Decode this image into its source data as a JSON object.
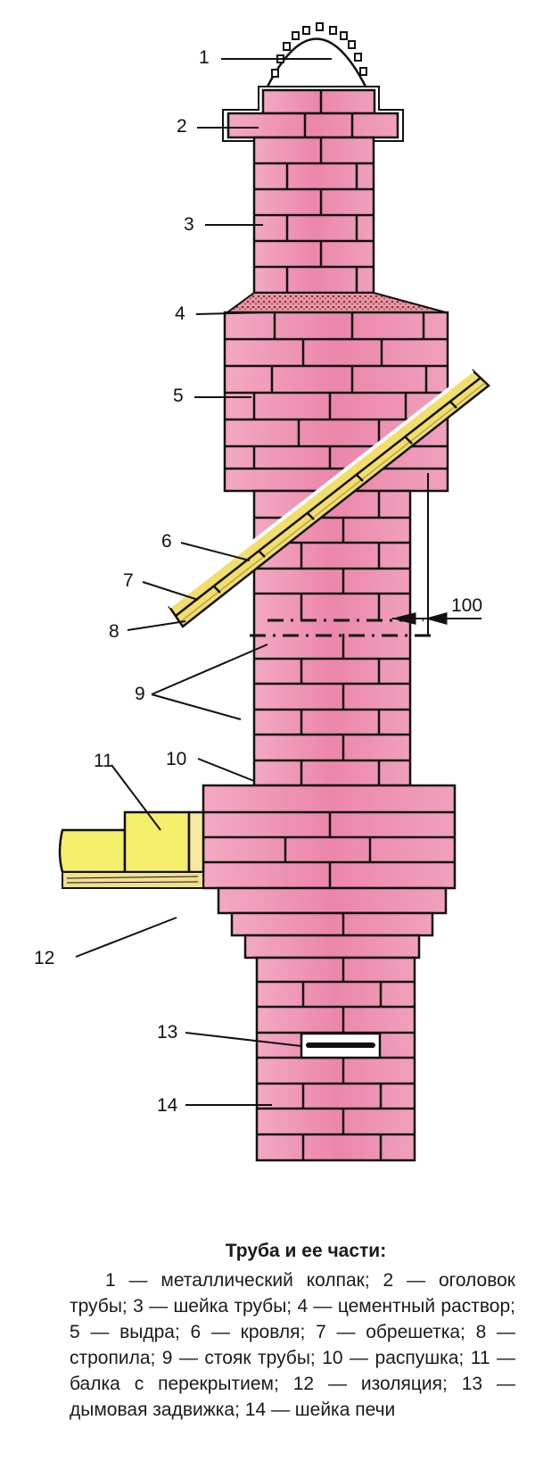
{
  "figure": {
    "colors": {
      "brick": "#ee8aae",
      "brick_light": "#f6b8cd",
      "mortar": "#1a1a1a",
      "wood": "#f2de6a",
      "insulation": "#f4ee6c",
      "cement": "#b4484e",
      "background": "#ffffff"
    },
    "labels": [
      {
        "id": "1",
        "text": "1"
      },
      {
        "id": "2",
        "text": "2"
      },
      {
        "id": "3",
        "text": "3"
      },
      {
        "id": "4",
        "text": "4"
      },
      {
        "id": "5",
        "text": "5"
      },
      {
        "id": "6",
        "text": "6"
      },
      {
        "id": "7",
        "text": "7"
      },
      {
        "id": "8",
        "text": "8"
      },
      {
        "id": "9",
        "text": "9"
      },
      {
        "id": "10",
        "text": "10"
      },
      {
        "id": "11",
        "text": "11"
      },
      {
        "id": "12",
        "text": "12"
      },
      {
        "id": "13",
        "text": "13"
      },
      {
        "id": "14",
        "text": "14"
      }
    ],
    "dimension": {
      "value": "100"
    }
  },
  "caption": {
    "title": "Труба и ее части:",
    "body": "1 — металлический колпак; 2 — оголовок трубы; 3 — шейка трубы; 4 — цементный раствор; 5 — выдра; 6 — кровля; 7 — обрешетка; 8 — стропила; 9 — стояк трубы; 10 — распушка; 11 — балка с перекрытием; 12 — изоляция; 13 — дымовая задвижка; 14 — шейка печи",
    "items": [
      {
        "num": "1",
        "text": "металлический колпак"
      },
      {
        "num": "2",
        "text": "оголовок трубы"
      },
      {
        "num": "3",
        "text": "шейка трубы"
      },
      {
        "num": "4",
        "text": "цементный раствор"
      },
      {
        "num": "5",
        "text": "выдра"
      },
      {
        "num": "6",
        "text": "кровля"
      },
      {
        "num": "7",
        "text": "обрешетка"
      },
      {
        "num": "8",
        "text": "стропила"
      },
      {
        "num": "9",
        "text": "стояк трубы"
      },
      {
        "num": "10",
        "text": "распушка"
      },
      {
        "num": "11",
        "text": "балка с перекрытием"
      },
      {
        "num": "12",
        "text": "изоляция"
      },
      {
        "num": "13",
        "text": "дымовая задвижка"
      },
      {
        "num": "14",
        "text": "шейка печи"
      }
    ]
  }
}
